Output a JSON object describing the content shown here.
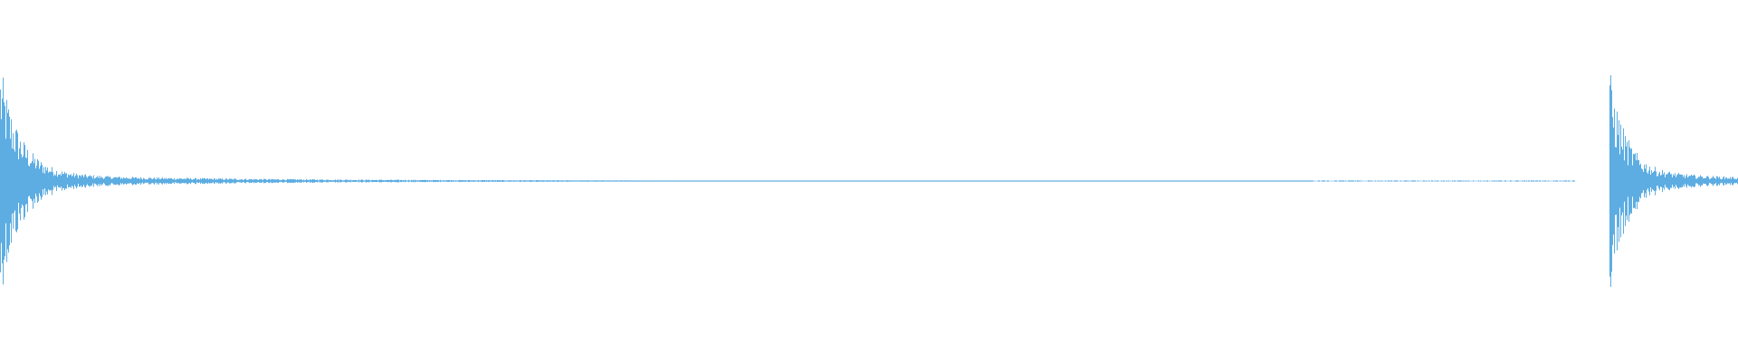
{
  "waveform": {
    "color": "#5dade2",
    "background": "#ffffff",
    "description_free": true,
    "clips": [
      {
        "onset": 0.0,
        "decay": "exponential",
        "peak_level": 0.97
      },
      {
        "onset": 0.926,
        "decay": "exponential",
        "peak_level": 0.9
      }
    ]
  }
}
